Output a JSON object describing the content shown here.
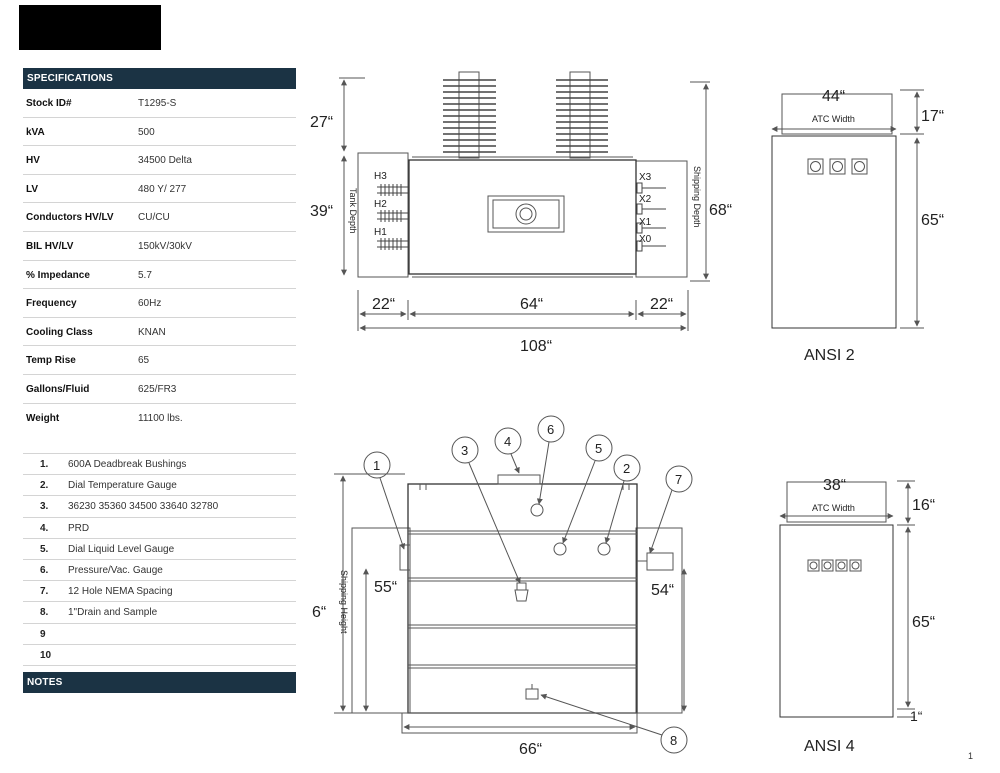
{
  "specifications": {
    "header": "SPECIFICATIONS",
    "rows": [
      {
        "label": "Stock ID#",
        "value": "T1295-S"
      },
      {
        "label": "kVA",
        "value": "500"
      },
      {
        "label": "HV",
        "value": "34500 Delta"
      },
      {
        "label": "LV",
        "value": "480 Y/ 277"
      },
      {
        "label": "Conductors HV/LV",
        "value": "CU/CU"
      },
      {
        "label": "BIL HV/LV",
        "value": "150kV/30kV"
      },
      {
        "label": "% Impedance",
        "value": "5.7"
      },
      {
        "label": "Frequency",
        "value": "60Hz"
      },
      {
        "label": "Cooling Class",
        "value": "KNAN"
      },
      {
        "label": "Temp Rise",
        "value": "65"
      },
      {
        "label": "Gallons/Fluid",
        "value": "625/FR3"
      },
      {
        "label": "Weight",
        "value": "11100 lbs."
      }
    ]
  },
  "components": [
    {
      "num": "1.",
      "text": "600A Deadbreak Bushings"
    },
    {
      "num": "2.",
      "text": "Dial Temperature Gauge"
    },
    {
      "num": "3.",
      "text": "36230 35360 34500 33640 32780"
    },
    {
      "num": "4.",
      "text": "PRD"
    },
    {
      "num": "5.",
      "text": "Dial Liquid Level Gauge"
    },
    {
      "num": "6.",
      "text": "Pressure/Vac. Gauge"
    },
    {
      "num": "7.",
      "text": "12 Hole NEMA Spacing"
    },
    {
      "num": "8.",
      "text": "1\"Drain and Sample"
    },
    {
      "num": "9",
      "text": ""
    },
    {
      "num": "10",
      "text": ""
    }
  ],
  "notes_header": "NOTES",
  "page_number": "1",
  "top_view": {
    "dim_height_top": "27“",
    "dim_tank_depth": "39“",
    "label_tank_depth": "Tank Depth",
    "dim_shipping_depth": "68“",
    "label_shipping_depth": "Shipping Depth",
    "dim_left": "22“",
    "dim_center": "64“",
    "dim_right": "22“",
    "dim_total": "108“",
    "hv_terminals": [
      "H3",
      "H2",
      "H1"
    ],
    "lv_terminals": [
      "X3",
      "X2",
      "X1",
      "X0"
    ]
  },
  "ansi2": {
    "dim_width": "44“",
    "label_width": "ATC Width",
    "dim_top": "17“",
    "dim_height": "65“",
    "title": "ANSI 2"
  },
  "front_view": {
    "dim_shipping_height": "6“",
    "label_shipping_height": "Shipping Height",
    "dim_left": "55“",
    "dim_right": "54“",
    "dim_width": "66“",
    "callouts": [
      "1",
      "2",
      "3",
      "4",
      "5",
      "6",
      "7",
      "8"
    ]
  },
  "ansi4": {
    "dim_width": "38“",
    "label_width": "ATC Width",
    "dim_top": "16“",
    "dim_height": "65“",
    "dim_bottom": "1“",
    "title": "ANSI 4"
  },
  "colors": {
    "header_bg": "#1b3344",
    "line": "#555555"
  }
}
